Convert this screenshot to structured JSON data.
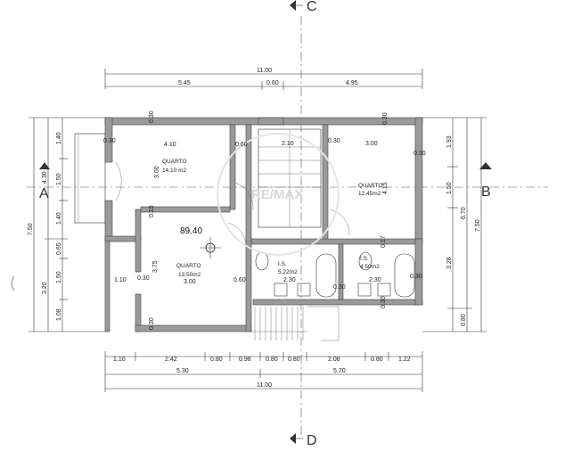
{
  "sections": {
    "top": "C",
    "bottom": "D",
    "left": "A",
    "right": "B"
  },
  "watermark": "RE/MAX",
  "elevation": "89.40",
  "rooms": {
    "quarto1": {
      "name": "QUARTO",
      "area": "14.10 m2"
    },
    "quarto2": {
      "name": "QUARTO",
      "area": "12.45m2"
    },
    "quarto3": {
      "name": "QUARTO",
      "area": "13.50m2"
    },
    "is1": {
      "name": "I.S.",
      "area": "5.22m2"
    },
    "is2": {
      "name": "I.S.",
      "area": "4.50m2"
    }
  },
  "dims": {
    "top_total": "11.00",
    "top_left": "5.45",
    "top_mid": "0.60",
    "top_right": "4.95",
    "bottom_row": [
      "1.10",
      "2.42",
      "0.80",
      "0.98",
      "0.80",
      "0.80",
      "2.08",
      "0.80",
      "1.22"
    ],
    "bottom_left": "5.30",
    "bottom_right": "5.70",
    "bottom_total": "11.00",
    "left_total": "7.50",
    "left_a": "4.30",
    "left_b": "3.20",
    "left_segs": [
      "1.40",
      "1.50",
      "1.40",
      "0.65",
      "1.50",
      "1.08"
    ],
    "right_total": "7.50",
    "right_a": "6.70",
    "right_b": "0.80",
    "right_segs": [
      "1.93",
      "1.50",
      "3.28"
    ],
    "interior": [
      "0.30",
      "0.30",
      "4.10",
      "0.60",
      "2.10",
      "3.00",
      "0.30",
      "0.30",
      "4.15",
      "3.00",
      "0.15",
      "3.75",
      "0.30",
      "3.00",
      "0.60",
      "0.30",
      "1.10",
      "0.30",
      "0.17",
      "2.30",
      "2.30",
      "0.30",
      "0.30",
      "0.30"
    ]
  }
}
